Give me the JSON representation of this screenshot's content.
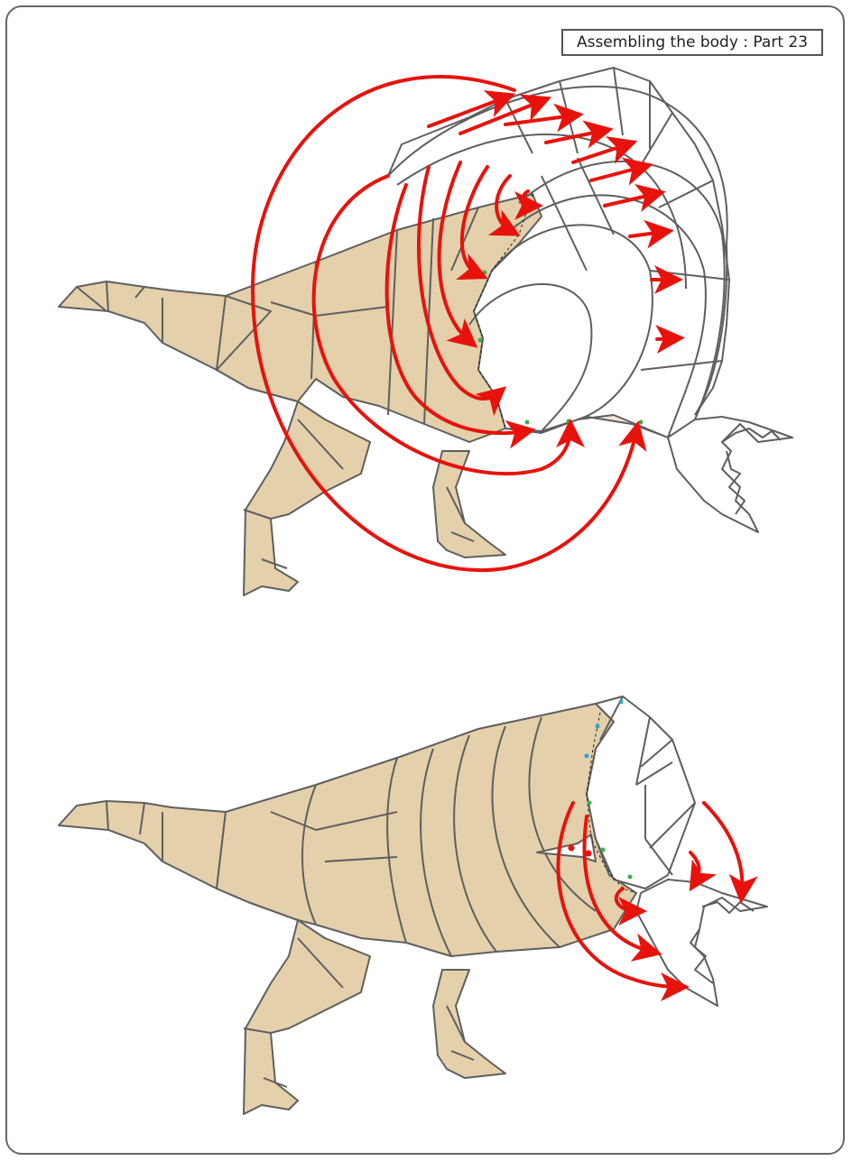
{
  "page_title": "Assembling the body : Part 23",
  "colors": {
    "paper_fill": "#e4d0ab",
    "paper_flap": "#f4e2d6",
    "outline": "#5f5f5f",
    "arrow": "#e8120c",
    "guide_dot_green": "#3fae49",
    "guide_dot_teal": "#2aa6c2",
    "guide_dot_red": "#e8120c",
    "frame_border": "#666666"
  },
  "steps": [
    {
      "id": "step-top",
      "description_icon": "curl-body-around-arrows"
    },
    {
      "id": "step-bottom",
      "description_icon": "close-neck-arrows"
    }
  ]
}
